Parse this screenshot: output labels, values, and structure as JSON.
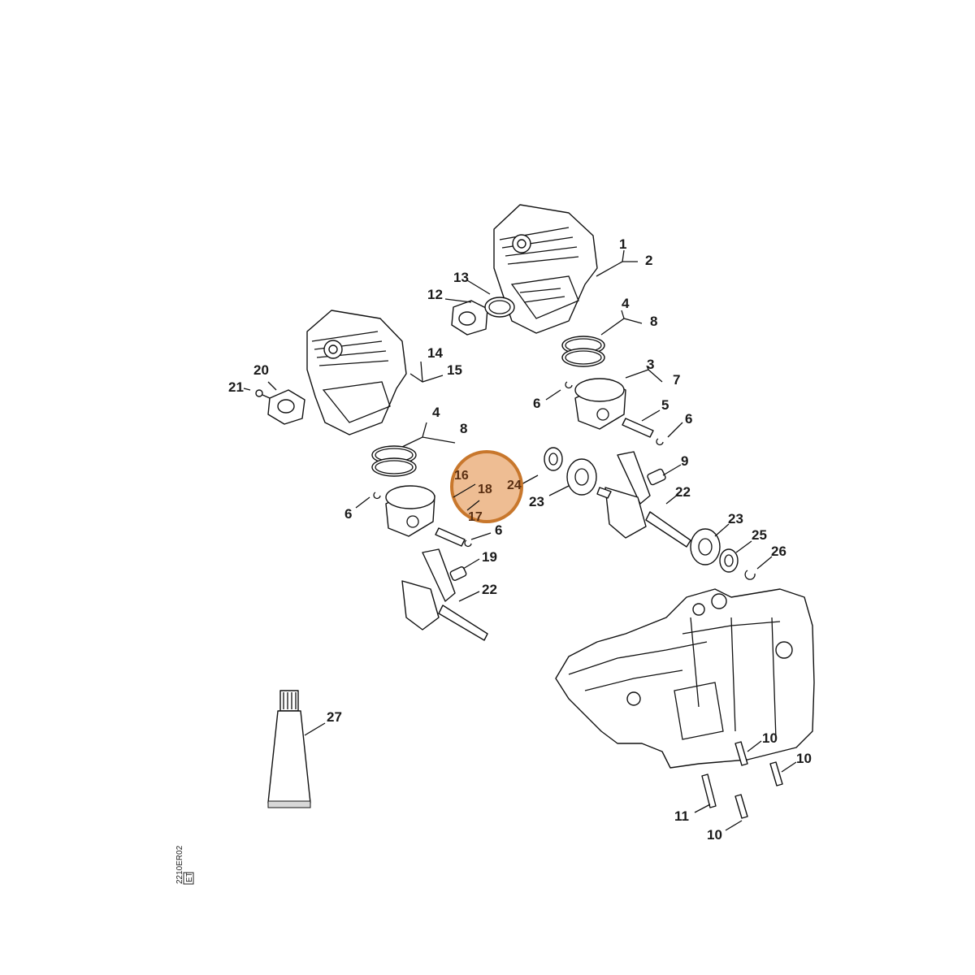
{
  "diagram": {
    "callouts": [
      "1",
      "2",
      "3",
      "4",
      "4",
      "5",
      "6",
      "6",
      "6",
      "6",
      "7",
      "8",
      "8",
      "9",
      "10",
      "10",
      "10",
      "11",
      "12",
      "13",
      "14",
      "15",
      "16",
      "17",
      "18",
      "19",
      "20",
      "21",
      "22",
      "22",
      "23",
      "23",
      "24",
      "25",
      "26",
      "27"
    ],
    "highlighted_callouts": [
      "16",
      "18",
      "24",
      "17"
    ],
    "highlight_color": "#e8a36a",
    "drawing_code": "2210ER02",
    "drawing_code_sub": "ET"
  }
}
